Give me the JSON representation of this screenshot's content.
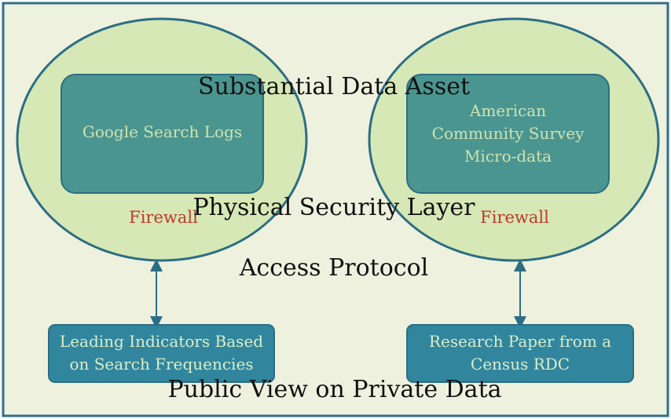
{
  "diagram": {
    "heading_top": "Substantial Data Asset",
    "heading_middle": "Physical Security Layer",
    "heading_access": "Access Protocol",
    "heading_bottom": "Public View on Private Data",
    "left": {
      "asset_label": "Google Search Logs",
      "firewall_label": "Firewall",
      "output_label_line1": "Leading Indicators Based",
      "output_label_line2": "on Search Frequencies"
    },
    "right": {
      "asset_label_line1": "American",
      "asset_label_line2": "Community Survey",
      "asset_label_line3": "Micro-data",
      "firewall_label": "Firewall",
      "output_label_line1": "Research Paper from a",
      "output_label_line2": "Census RDC"
    }
  },
  "colors": {
    "background": "#eef1de",
    "frame": "#2f6f8a",
    "ellipse_fill": "#d6e8b5",
    "ellipse_stroke": "#2c6e84",
    "asset_box_fill": "#4b9590",
    "output_box_fill": "#31869e",
    "firewall_text": "#c0392b"
  }
}
